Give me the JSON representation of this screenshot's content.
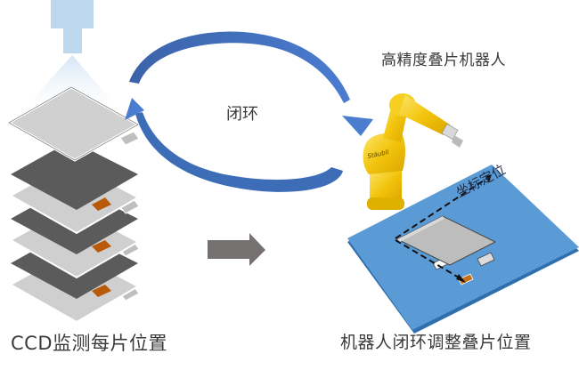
{
  "labels": {
    "ccd_caption": "CCD监测每片位置",
    "loop_label": "闭环",
    "robot_title": "高精度叠片机器人",
    "coordinate_label": "坐标定位",
    "robot_caption": "机器人闭环调整叠片位置",
    "robot_brand": "Stäubli"
  },
  "colors": {
    "camera": "#bcd7ee",
    "loop_arrow": "#3e6db8",
    "process_arrow": "#767171",
    "sheet_light": "#c6c6c6",
    "sheet_dark": "#5b5b5b",
    "tab_copper": "#b85a0a",
    "robot_yellow": "#f2c40c",
    "table_blue": "#5b9bd5"
  }
}
